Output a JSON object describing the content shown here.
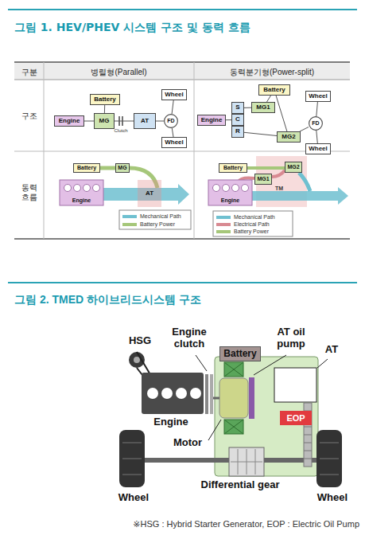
{
  "diagram": {
    "title": "그림 1. HEV/PHEV 시스템 구조 및 동력 흐름",
    "caption": "※HSG : Hybrid Starter Generator, EOP : Electric Oil Pump",
    "nodes": [
      {
        "text": [
          "Battery"
        ]
      },
      {
        "text": [
          "Engine"
        ]
      },
      {
        "text": [
          "MG"
        ]
      },
      {
        "text": [
          "AT"
        ]
      },
      {
        "text": [
          "FD"
        ]
      },
      {
        "text": [
          "Wheel"
        ]
      },
      {
        "text": [
          "Wheel"
        ]
      },
      {
        "text": [
          "Battery"
        ]
      },
      {
        "text": [
          "S"
        ]
      },
      {
        "text": [
          "C"
        ]
      },
      {
        "text": [
          "R"
        ]
      },
      {
        "text": [
          "Engine"
        ]
      },
      {
        "text": [
          "MG1"
        ]
      },
      {
        "text": [
          "MG2"
        ]
      },
      {
        "text": [
          "FD"
        ]
      },
      {
        "text": [
          "Wheel"
        ]
      },
      {
        "text": [
          "Wheel"
        ]
      },
      {
        "text": [
          "Battery"
        ]
      },
      {
        "text": [
          "MG"
        ]
      },
      {
        "text": [
          "Engine"
        ]
      },
      {
        "text": [
          "AT"
        ]
      },
      {
        "text": [
          "Battery"
        ]
      },
      {
        "text": [
          "MG2"
        ]
      },
      {
        "text": [
          "MG1"
        ]
      },
      {
        "text": [
          "Engine"
        ]
      },
      {
        "text": [
          "Battery"
        ]
      },
      {
        "text": [
          "EOP"
        ]
      }
    ],
    "edges": [
      {
        "from": 1,
        "to": 2,
        "arrow": "none"
      },
      {
        "from": 2,
        "to": 3,
        "arrow": "none"
      },
      {
        "from": 3,
        "to": 4,
        "arrow": "none"
      },
      {
        "from": 4,
        "to": 5,
        "arrow": "none"
      },
      {
        "from": 4,
        "to": 6,
        "arrow": "none"
      },
      {
        "from": 0,
        "to": 2,
        "arrow": "none"
      },
      {
        "from": 11,
        "to": 9,
        "arrow": "none"
      },
      {
        "from": 8,
        "to": 12,
        "arrow": "none"
      },
      {
        "from": 10,
        "to": 13,
        "arrow": "none"
      },
      {
        "from": 13,
        "to": 14,
        "arrow": "none"
      },
      {
        "from": 14,
        "to": 15,
        "arrow": "none"
      },
      {
        "from": 14,
        "to": 16,
        "arrow": "none"
      },
      {
        "from": 7,
        "to": 12,
        "arrow": "none"
      },
      {
        "from": 7,
        "to": 13,
        "arrow": "none"
      }
    ],
    "labels": [
      "구분",
      "병렬형(Parallel)",
      "동력분기형(Power-split)",
      "구조",
      "Clutch",
      "동력 흐름",
      "TM",
      "그림 2. TMED 하이브리드시스템 구조",
      "HSG",
      "Engine clutch",
      "AT oil pump",
      "AT",
      "Engine",
      "Motor",
      "Differential gear",
      "Wheel",
      "Wheel"
    ],
    "legend": [
      {
        "text": "Mechanical Path",
        "color": "#6fc0d0"
      },
      {
        "text": "Battery Power",
        "color": "#a6c77a"
      },
      {
        "text": "Mechanical Path",
        "color": "#6fc0d0"
      },
      {
        "text": "Electrical Path",
        "color": "#d88a92"
      },
      {
        "text": "Battery Power",
        "color": "#a6c77a"
      }
    ]
  }
}
